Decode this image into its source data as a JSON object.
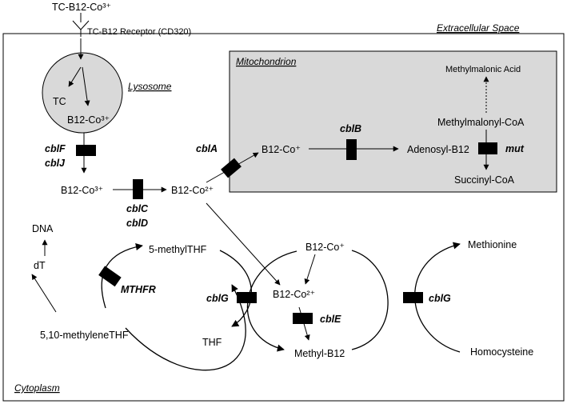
{
  "regions": {
    "extracellular": "Extracellular Space",
    "mitochondrion": "Mitochondrion",
    "lysosome": "Lysosome",
    "cytoplasm": "Cytoplasm"
  },
  "molecules": {
    "tc_b12_co3": "TC-B12-Co³⁺",
    "receptor": "TC-B12 Receptor (CD320)",
    "tc": "TC",
    "lyso_b12_co3": "B12-Co³⁺",
    "cyto_b12_co3": "B12-Co³⁺",
    "b12_co2_top": "B12-Co²⁺",
    "mito_b12_co1": "B12-Co⁺",
    "adenosyl_b12": "Adenosyl-B12",
    "methylmalonic_acid": "Methylmalonic Acid",
    "methylmalonyl_coa": "Methylmalonyl-CoA",
    "succinyl_coa": "Succinyl-CoA",
    "dna": "DNA",
    "dt": "dT",
    "methylthf": "5-methylTHF",
    "methylenethf": "5,10-methyleneTHF",
    "thf": "THF",
    "cyto_b12_co1": "B12-Co⁺",
    "b12_co2_mid": "B12-Co²⁺",
    "methyl_b12": "Methyl-B12",
    "methionine": "Methionine",
    "homocysteine": "Homocysteine"
  },
  "genes": {
    "cblF": "cblF",
    "cblJ": "cblJ",
    "cblC": "cblC",
    "cblD": "cblD",
    "cblA": "cblA",
    "cblB": "cblB",
    "mut": "mut",
    "MTHFR": "MTHFR",
    "cblG_left": "cblG",
    "cblE": "cblE",
    "cblG_right": "cblG"
  },
  "colors": {
    "mitochondrion_fill": "#d9d9d9",
    "lysosome_fill": "#d9d9d9",
    "block": "#000000",
    "line": "#000000"
  }
}
